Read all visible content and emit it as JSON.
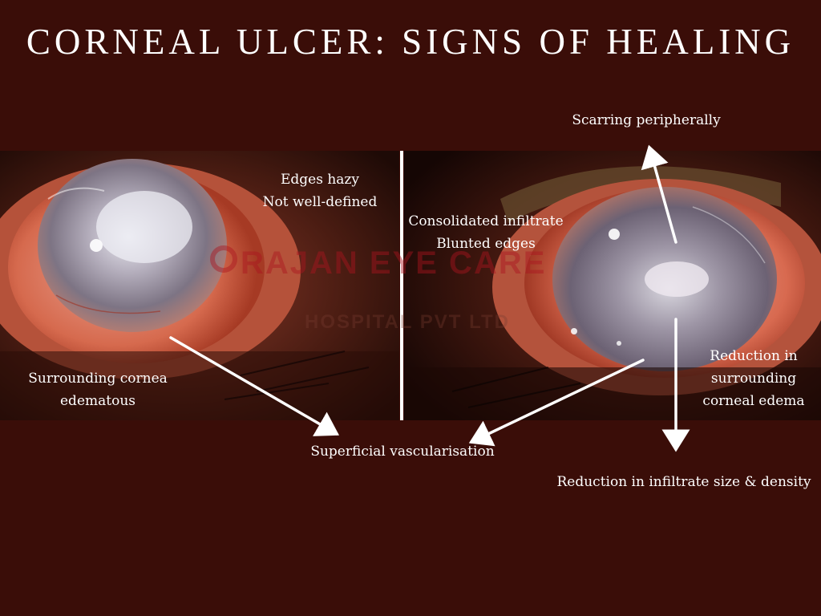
{
  "title": "CORNEAL ULCER: SIGNS OF HEALING",
  "watermark": {
    "brand": "RAJAN EYE CARE",
    "sub": "HOSPITAL PVT LTD"
  },
  "labels": {
    "edges_hazy": [
      "Edges hazy",
      "Not well-defined"
    ],
    "surrounding_edematous": [
      "Surrounding cornea",
      "edematous"
    ],
    "consolidated": [
      "Consolidated infiltrate",
      "Blunted edges"
    ],
    "scarring": "Scarring peripherally",
    "reduction_edema": [
      "Reduction in",
      "surrounding",
      "corneal edema"
    ],
    "vascularisation": "Superficial vascularisation",
    "reduction_infiltrate": "Reduction in infiltrate size & density"
  },
  "colors": {
    "background": "#3a0d08",
    "text": "#ffffff",
    "arrow": "#ffffff"
  }
}
